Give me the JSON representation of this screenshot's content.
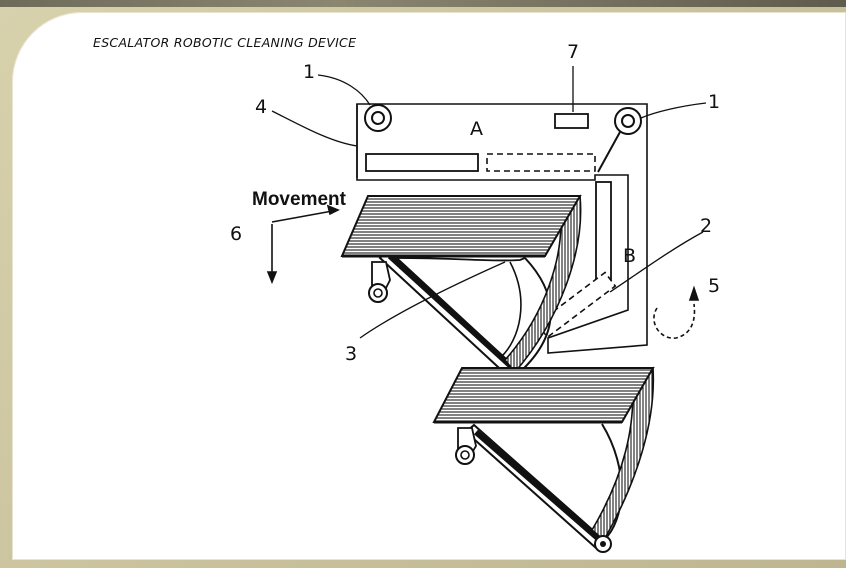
{
  "slide": {
    "title": "ESCALATOR ROBOTIC CLEANING DEVICE"
  },
  "diagram": {
    "movement_label": "Movement",
    "labels": {
      "n1_left": "1",
      "n1_right": "1",
      "n2": "2",
      "n3": "3",
      "n4": "4",
      "n5": "5",
      "n6": "6",
      "n7": "7",
      "a": "A",
      "b": "B"
    }
  }
}
